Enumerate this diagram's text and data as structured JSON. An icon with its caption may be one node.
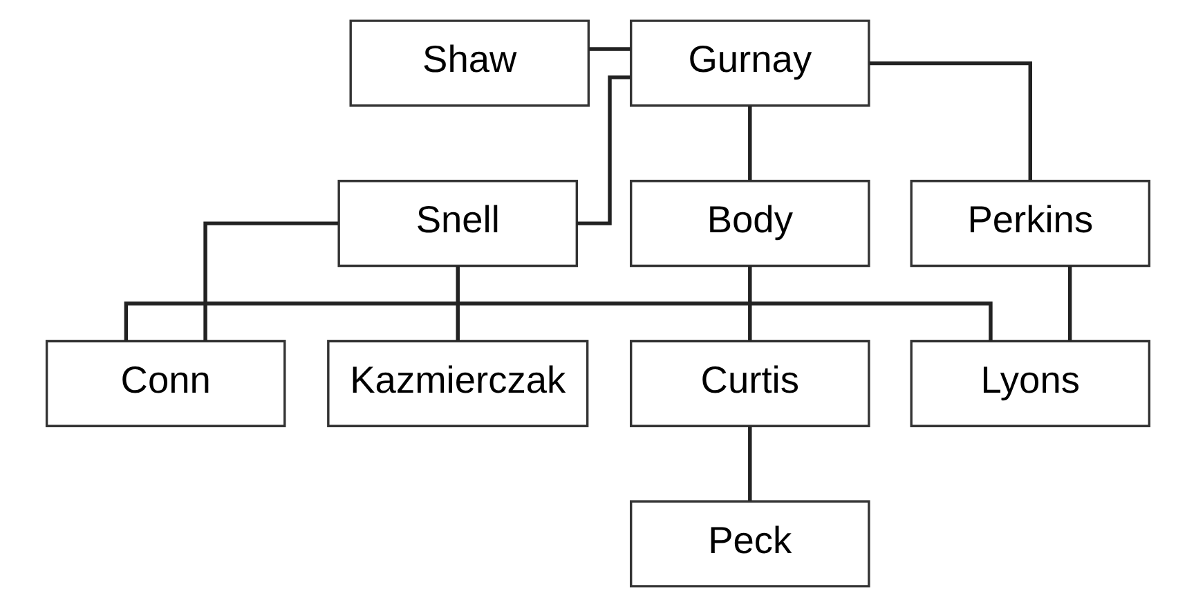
{
  "diagram": {
    "nodes": [
      {
        "text": [
          "Shaw"
        ]
      },
      {
        "text": [
          "Gurnay"
        ]
      },
      {
        "text": [
          "Snell"
        ]
      },
      {
        "text": [
          "Body"
        ]
      },
      {
        "text": [
          "Perkins"
        ]
      },
      {
        "text": [
          "Conn"
        ]
      },
      {
        "text": [
          "Kazmierczak"
        ]
      },
      {
        "text": [
          "Curtis"
        ]
      },
      {
        "text": [
          "Lyons"
        ]
      },
      {
        "text": [
          "Peck"
        ]
      }
    ],
    "edges": [
      {
        "from": 0,
        "to": 1,
        "arrow": "none"
      },
      {
        "from": 1,
        "to": 2,
        "arrow": "none"
      },
      {
        "from": 1,
        "to": 3,
        "arrow": "none"
      },
      {
        "from": 1,
        "to": 4,
        "arrow": "none"
      },
      {
        "from": 2,
        "to": 5,
        "arrow": "none"
      },
      {
        "from": 2,
        "to": 6,
        "arrow": "none"
      },
      {
        "from": 3,
        "to": 7,
        "arrow": "none"
      },
      {
        "from": 7,
        "to": 9,
        "arrow": "none"
      },
      {
        "from": 4,
        "to": 8,
        "arrow": "none"
      },
      {
        "from": 5,
        "to": 8,
        "arrow": "none"
      }
    ]
  }
}
